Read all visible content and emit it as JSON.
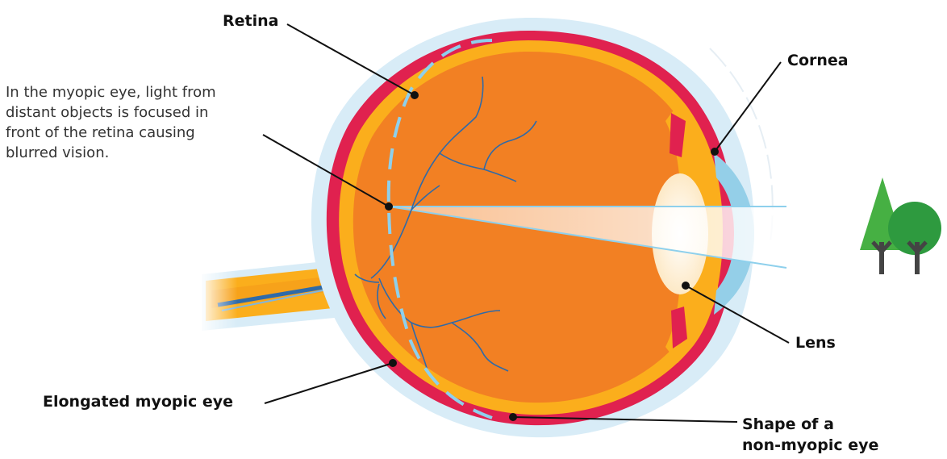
{
  "labels": {
    "retina": "Retina",
    "cornea": "Cornea",
    "lens": "Lens",
    "elongated": "Elongated myopic eye",
    "non_myopic_line1": "Shape of a",
    "non_myopic_line2": "non-myopic eye"
  },
  "description": [
    "In the myopic eye, light from",
    "distant objects is focused in",
    "front of the retina causing",
    "blurred vision."
  ],
  "colors": {
    "vitreous": "#f28023",
    "choroid": "#fbae1c",
    "retina_layer": "#e0214f",
    "sclera": "#d8ecf7",
    "cornea": "#94cfe8",
    "lens": "#fde9c6",
    "light_beam": "#8ed0ec",
    "vessel": "#2f6aa8",
    "tree_dark": "#2e9a3f",
    "tree_light": "#46b043",
    "trunk": "#444444"
  },
  "icons": {
    "focus_point": "focal-point-dot",
    "trees": "distant-trees-icon"
  }
}
